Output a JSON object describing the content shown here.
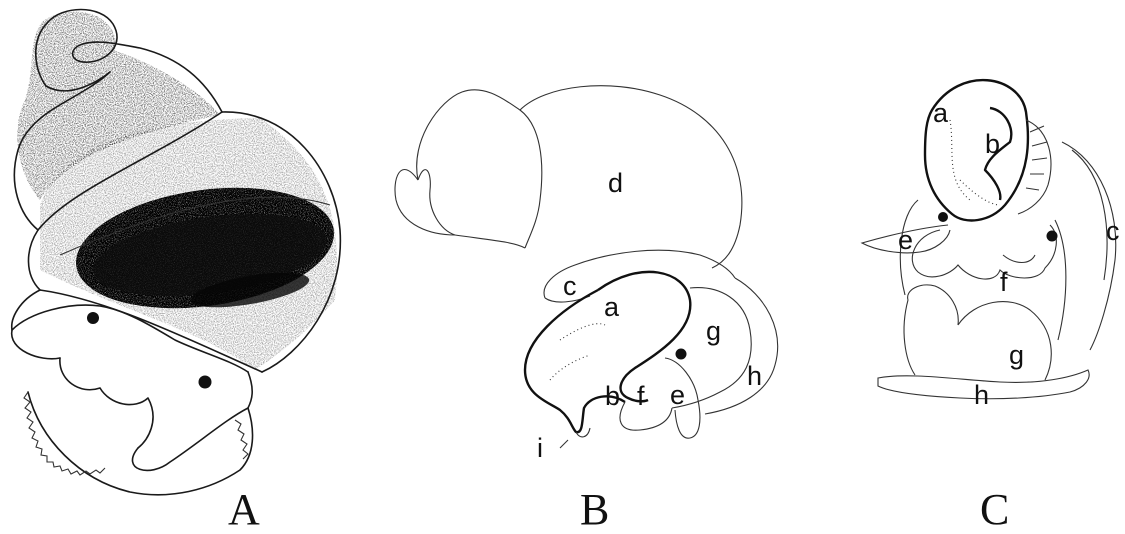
{
  "panels": [
    {
      "id": "A",
      "letter": "A",
      "labels": []
    },
    {
      "id": "B",
      "letter": "B",
      "labels": [
        "d",
        "c",
        "a",
        "g",
        "h",
        "b",
        "f",
        "e",
        "i"
      ]
    },
    {
      "id": "C",
      "letter": "C",
      "labels": [
        "a",
        "b",
        "e",
        "c",
        "f",
        "g",
        "h"
      ]
    }
  ]
}
